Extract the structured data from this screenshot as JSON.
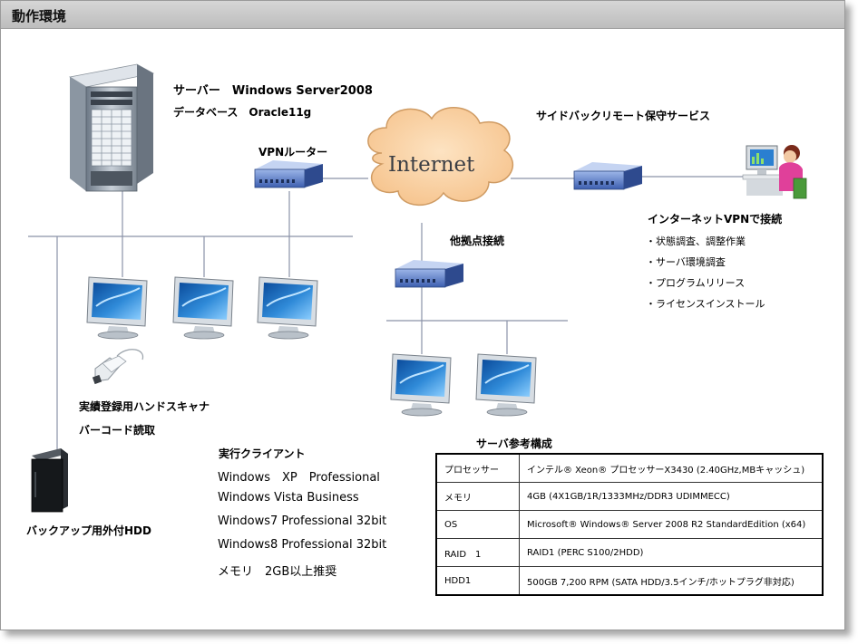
{
  "title": "動作環境",
  "server": {
    "line1": "サーバー　Windows Server2008",
    "line2": "データベース　Oracle11g"
  },
  "vpn_router_label": "VPNルーター",
  "internet_label": "Internet",
  "remote": {
    "service_label": "サイドバックリモート保守サービス",
    "heading": "インターネットVPNで接続",
    "items": [
      "・状態調査、調整作業",
      "・サーバ環境調査",
      "・プログラムリリース",
      "・ライセンスインストール"
    ]
  },
  "branch_label": "他拠点接続",
  "scanner": {
    "line1": "実績登録用ハンドスキャナ",
    "line2": "バーコード読取"
  },
  "backup_label": "バックアップ用外付HDD",
  "clients": {
    "heading": "実行クライアント",
    "items": [
      "Windows　XP　Professional",
      "Windows Vista Business",
      "Windows7 Professional 32bit",
      "Windows8 Professional 32bit",
      "メモリ　2GB以上推奨"
    ]
  },
  "spec": {
    "heading": "サーバ参考構成",
    "rows": [
      {
        "key": "プロセッサー",
        "value": "インテル® Xeon® プロセッサーX3430 (2.40GHz,MBキャッシュ)"
      },
      {
        "key": "メモリ",
        "value": "4GB (4X1GB/1R/1333MHz/DDR3 UDIMMECC)"
      },
      {
        "key": "OS",
        "value": "Microsoft® Windows® Server 2008 R2 StandardEdition (x64)"
      },
      {
        "key": "RAID　1",
        "value": "RAID1 (PERC S100/2HDD)"
      },
      {
        "key": "HDD1",
        "value": "500GB 7,200 RPM (SATA HDD/3.5インチ/ホットプラグ非対応)"
      }
    ]
  }
}
